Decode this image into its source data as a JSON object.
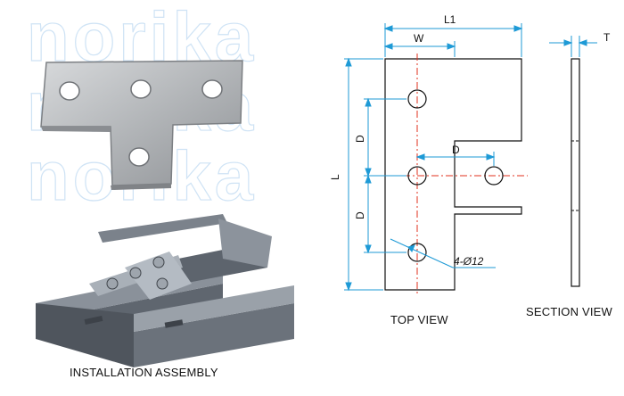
{
  "watermark": {
    "text": "norika"
  },
  "captions": {
    "installation": "INSTALLATION ASSEMBLY",
    "top_view": "TOP VIEW",
    "section_view": "SECTION VIEW"
  },
  "dimensions": {
    "overall_width": "L1",
    "stem_width": "W",
    "overall_length": "L",
    "hole_spacing": "D",
    "thickness": "T",
    "holes": "4-Ø12"
  },
  "colors": {
    "dimension": "#1e9ad6",
    "centerline": "#e0301e",
    "outline": "#111111",
    "plate": "#b9bcbf",
    "channel": "#6f7680"
  }
}
